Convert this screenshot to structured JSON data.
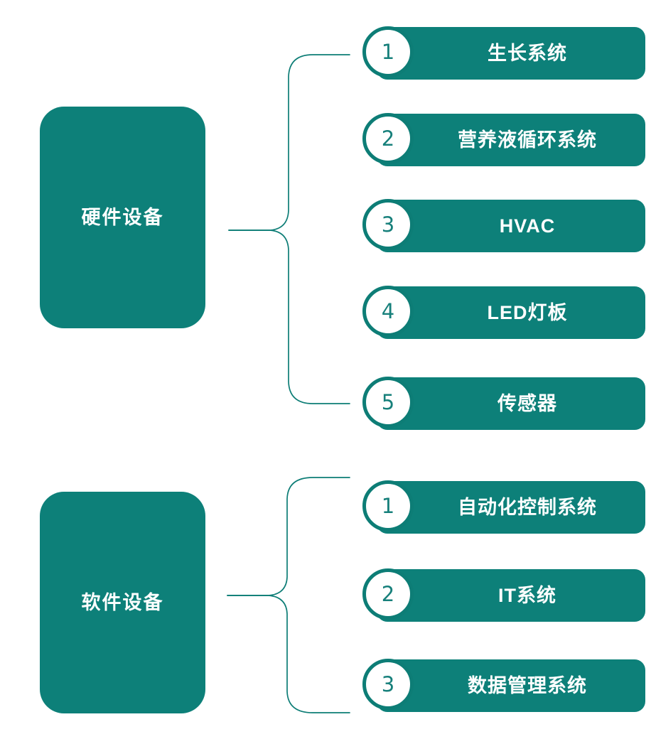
{
  "theme": {
    "teal": "#0d8079",
    "teal_dark": "#0d7d76",
    "number_color": "#17807b",
    "text_on_teal": "#ffffff",
    "background": "#ffffff",
    "bracket_stroke": "#0d7d76"
  },
  "groups": [
    {
      "id": "hardware",
      "category_label": "硬件设备",
      "items": [
        {
          "number": "1",
          "label": "生长系统"
        },
        {
          "number": "2",
          "label": "营养液循环系统"
        },
        {
          "number": "3",
          "label": "HVAC"
        },
        {
          "number": "4",
          "label": "LED灯板"
        },
        {
          "number": "5",
          "label": "传感器"
        }
      ]
    },
    {
      "id": "software",
      "category_label": "软件设备",
      "items": [
        {
          "number": "1",
          "label": "自动化控制系统"
        },
        {
          "number": "2",
          "label": "IT系统"
        },
        {
          "number": "3",
          "label": "数据管理系统"
        }
      ]
    }
  ]
}
